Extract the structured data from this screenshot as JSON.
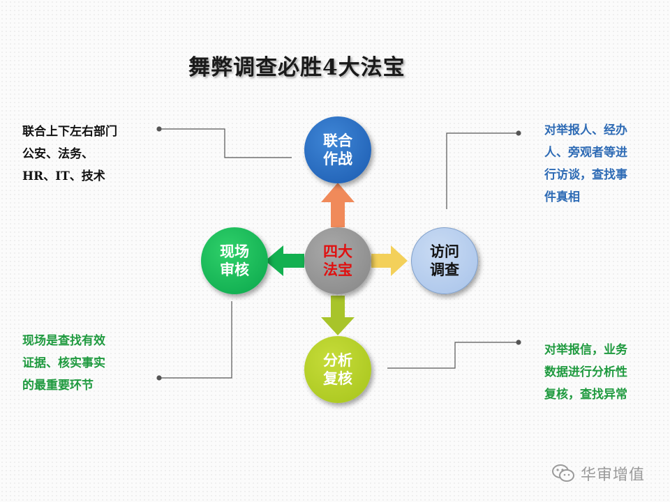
{
  "title": "舞弊调查必胜4大法宝",
  "center": {
    "label": "四大\n法宝",
    "color": "#8c8c8c"
  },
  "nodes": {
    "top": {
      "label": "联合\n作战",
      "color": "#2266bb"
    },
    "left": {
      "label": "现场\n审核",
      "color": "#13b050"
    },
    "right": {
      "label": "访问\n调查",
      "color": "#b3cbef"
    },
    "bottom": {
      "label": "分析\n复核",
      "color": "#b2cc26"
    }
  },
  "arrows": {
    "up": "#f08a5a",
    "left": "#13b050",
    "right": "#f3d05a",
    "down": "#a8c42a"
  },
  "notes": {
    "top_left": "联合上下左右部门\n公安、法务、\nHR、IT、技术",
    "top_right": "对举报人、经办\n人、旁观者等进\n行访谈，查找事\n件真相",
    "bottom_left": "现场是查找有效\n证据、核实事实\n的最重要环节",
    "bottom_right": "对举报信，业务\n数据进行分析性\n复核，查找异常"
  },
  "watermark": {
    "icon": "wechat-icon",
    "text": "华审增值"
  }
}
